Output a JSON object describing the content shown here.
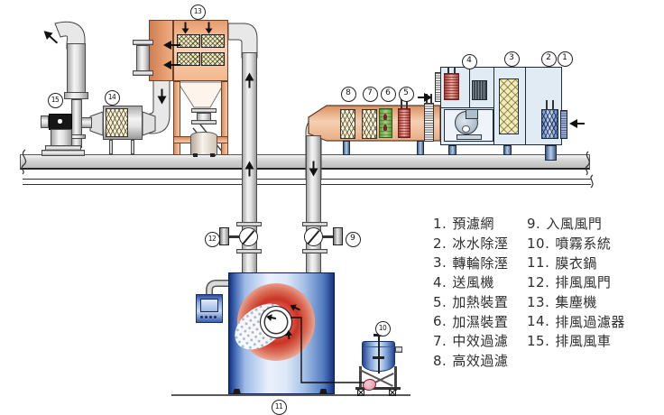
{
  "diagram": {
    "type": "film-coating-system-process-diagram",
    "language": "zh-TW"
  },
  "legend": {
    "col1": [
      {
        "no": "1.",
        "label": "預濾網"
      },
      {
        "no": "2.",
        "label": "冰水除溼"
      },
      {
        "no": "3.",
        "label": "轉輪除溼"
      },
      {
        "no": "4.",
        "label": "送風機"
      },
      {
        "no": "5.",
        "label": "加熱裝置"
      },
      {
        "no": "6.",
        "label": "加濕裝置"
      },
      {
        "no": "7.",
        "label": "中效過濾"
      },
      {
        "no": "8.",
        "label": "高效過濾"
      }
    ],
    "col2": [
      {
        "no": "9.",
        "label": "入風風門"
      },
      {
        "no": "10.",
        "label": "噴霧系統"
      },
      {
        "no": "11.",
        "label": "膜衣鍋"
      },
      {
        "no": "12.",
        "label": "排風風門"
      },
      {
        "no": "13.",
        "label": "集塵機"
      },
      {
        "no": "14.",
        "label": "排風過濾器"
      },
      {
        "no": "15.",
        "label": "排風風車"
      }
    ]
  },
  "callouts": {
    "c1": "1",
    "c2": "2",
    "c3": "3",
    "c4": "4",
    "c5": "5",
    "c6": "6",
    "c7": "7",
    "c8": "8",
    "c9": "9",
    "c10": "10",
    "c11": "11",
    "c12": "12",
    "c13": "13",
    "c14": "14",
    "c15": "15"
  },
  "colors": {
    "collector_salmon": "#f2b88f",
    "duct_salmon": "#e8ad83",
    "ahu_blue": "#e0ebf4",
    "pan_blue": "#16327e",
    "sphere_red": "#c93425",
    "humidifier_green": "#5f9c3a",
    "heater_red": "#b0453c",
    "filter_cream": "#efe8c0",
    "diamond_yellow": "#f2ecb6",
    "pipe_gray": "#e8e8e8",
    "platform_gray": "#bdbdbd"
  }
}
